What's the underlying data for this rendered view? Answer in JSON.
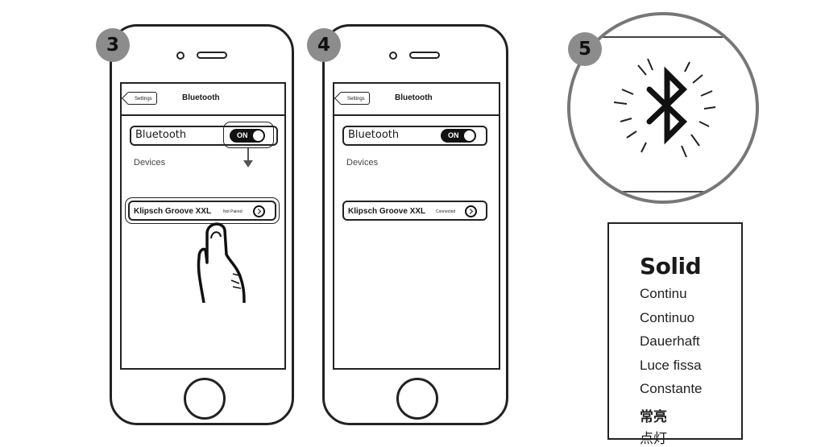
{
  "steps": {
    "step3": "3",
    "step4": "4",
    "step5": "5"
  },
  "phone3": {
    "nav_back": "Settings",
    "nav_title": "Bluetooth",
    "bluetooth_label": "Bluetooth",
    "toggle_label": "ON",
    "devices_label": "Devices",
    "device_name": "Klipsch Groove XXL",
    "device_status": "Not Paired"
  },
  "phone4": {
    "nav_back": "Settings",
    "nav_title": "Bluetooth",
    "bluetooth_label": "Bluetooth",
    "toggle_label": "ON",
    "devices_label": "Devices",
    "device_name": "Klipsch Groove XXL",
    "device_status": "Connected"
  },
  "led_legend": {
    "title": "Solid",
    "items": [
      "Continu",
      "Continuo",
      "Dauerhaft",
      "Luce fissa",
      "Constante",
      "常亮",
      "点灯"
    ]
  },
  "icons": [
    "bluetooth-icon",
    "finger-tap-icon",
    "arrow-down-icon",
    "chevron-right-icon"
  ],
  "colors": {
    "badge": "#8c8c8c",
    "line": "#222222",
    "toggle_on": "#111111"
  }
}
